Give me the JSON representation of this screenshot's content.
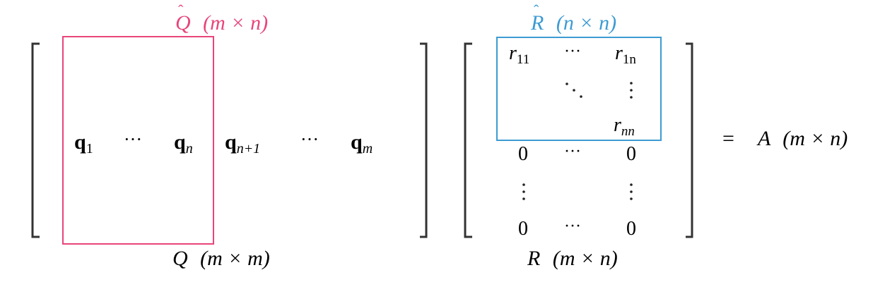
{
  "colors": {
    "text": "#222222",
    "q_hat": "#e8457a",
    "r_hat": "#3d9bd2",
    "bracket": "#333333"
  },
  "q_hat_label": {
    "symbol": "Q",
    "hat": "ˆ",
    "dims": "(m × n)"
  },
  "r_hat_label": {
    "symbol": "R",
    "hat": "ˆ",
    "dims": "(n × n)"
  },
  "q_matrix": {
    "columns": [
      {
        "sym": "q",
        "sub": "1"
      },
      {
        "sym": "···",
        "sub": ""
      },
      {
        "sym": "q",
        "sub": "n"
      },
      {
        "sym": "q",
        "sub": "n+1"
      },
      {
        "sym": "···",
        "sub": ""
      },
      {
        "sym": "q",
        "sub": "m"
      }
    ],
    "label_symbol": "Q",
    "label_dims": "(m × m)"
  },
  "r_matrix": {
    "r11_sym": "r",
    "r11_sub": "11",
    "r1n_sym": "r",
    "r1n_sub": "1n",
    "rnn_sym": "r",
    "rnn_sub": "nn",
    "hdots": "···",
    "zero": "0",
    "label_symbol": "R",
    "label_dims": "(m × n)"
  },
  "equation": {
    "equals": "=",
    "symbol": "A",
    "dims": "(m × n)"
  }
}
